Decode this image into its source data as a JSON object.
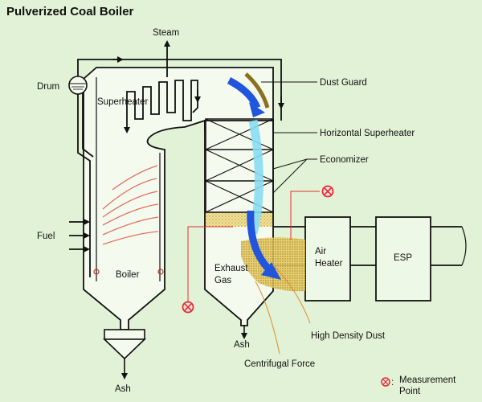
{
  "title": "Pulverized Coal Boiler",
  "labels": {
    "steam": "Steam",
    "drum": "Drum",
    "superheater": "Superheater",
    "dust_guard": "Dust Guard",
    "horizontal_superheater": "Horizontal Superheater",
    "economizer": "Economizer",
    "fuel": "Fuel",
    "boiler": "Boiler",
    "exhaust_gas_line1": "Exhaust",
    "exhaust_gas_line2": "Gas",
    "air_heater_line1": "Air",
    "air_heater_line2": "Heater",
    "esp": "ESP",
    "ash_left": "Ash",
    "ash_middle": "Ash",
    "high_density_dust": "High Density Dust",
    "centrifugal_force": "Centrifugal Force",
    "measurement_point_line1": "Measurement",
    "measurement_point_line2": "Point",
    "measurement_point_colon": ":"
  },
  "colors": {
    "background": "#e2f2d6",
    "gas_flow_arrow": "#2255dd",
    "gas_flow_light": "#88ddf2",
    "flame": "#e07060",
    "dust": "#d8b848",
    "dust_guard": "#8a7020",
    "measurement_point": "#e03030",
    "leader_orange": "#e08a2a"
  }
}
